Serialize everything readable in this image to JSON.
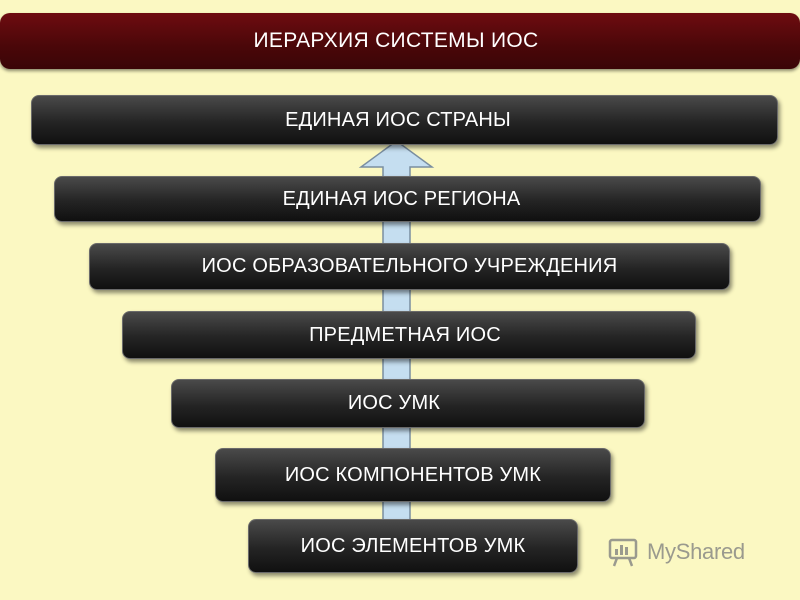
{
  "title": "ИЕРАРХИЯ СИСТЕМЫ ИОС",
  "levels": [
    "ЕДИНАЯ ИОС СТРАНЫ",
    "ЕДИНАЯ ИОС РЕГИОНА",
    "ИОС ОБРАЗОВАТЕЛЬНОГО УЧРЕЖДЕНИЯ",
    "ПРЕДМЕТНАЯ ИОС",
    "ИОС УМК",
    "ИОС КОМПОНЕНТОВ УМК",
    "ИОС ЭЛЕМЕНТОВ УМК"
  ],
  "watermark": "MyShared",
  "colors": {
    "background": "#fbf8c2",
    "title_bar": "#4a0709",
    "level_box": "#242424",
    "arrow_fill": "#c5def0",
    "arrow_stroke": "#7a8ea0"
  },
  "icons": [
    "up-arrow-icon",
    "myshared-logo-icon"
  ]
}
